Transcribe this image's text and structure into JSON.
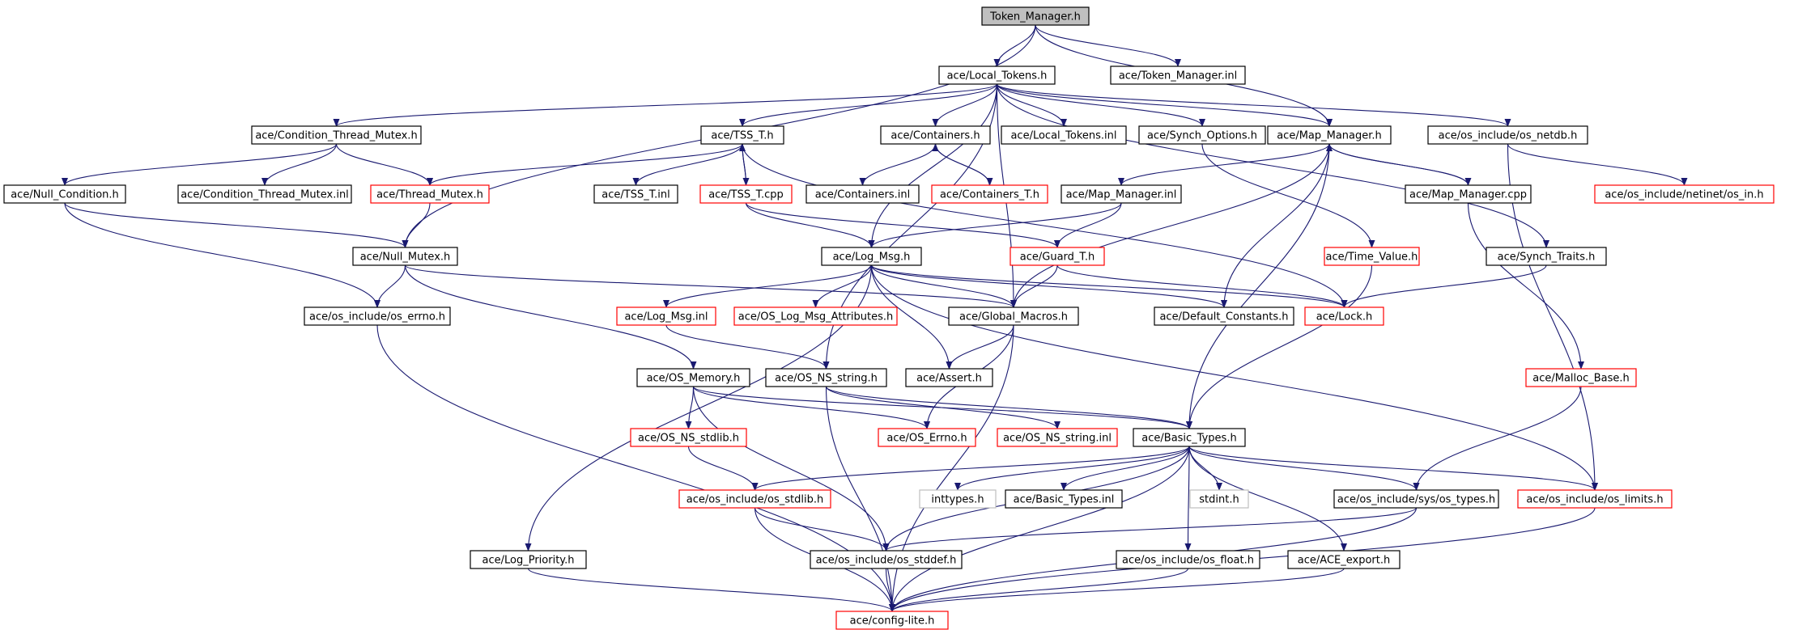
{
  "colors": {
    "edge": "#191970",
    "border_default": "#000000",
    "border_external": "#ff0000",
    "border_missing": "#bfbfbf",
    "root_fill": "#bfbfbf",
    "node_fill": "#ffffff"
  },
  "nodes": [
    {
      "id": "token_manager_h",
      "label": "Token_Manager.h",
      "style": "root"
    },
    {
      "id": "local_tokens_h",
      "label": "ace/Local_Tokens.h",
      "style": "default"
    },
    {
      "id": "token_manager_inl",
      "label": "ace/Token_Manager.inl",
      "style": "default"
    },
    {
      "id": "cond_thread_mutex_h",
      "label": "ace/Condition_Thread_Mutex.h",
      "style": "default"
    },
    {
      "id": "tss_t_h",
      "label": "ace/TSS_T.h",
      "style": "default"
    },
    {
      "id": "containers_h",
      "label": "ace/Containers.h",
      "style": "default"
    },
    {
      "id": "local_tokens_inl",
      "label": "ace/Local_Tokens.inl",
      "style": "default"
    },
    {
      "id": "synch_options_h",
      "label": "ace/Synch_Options.h",
      "style": "default"
    },
    {
      "id": "map_manager_h",
      "label": "ace/Map_Manager.h",
      "style": "default"
    },
    {
      "id": "os_netdb_h",
      "label": "ace/os_include/os_netdb.h",
      "style": "default"
    },
    {
      "id": "null_condition_h",
      "label": "ace/Null_Condition.h",
      "style": "default"
    },
    {
      "id": "cond_thread_mutex_inl",
      "label": "ace/Condition_Thread_Mutex.inl",
      "style": "default"
    },
    {
      "id": "thread_mutex_h",
      "label": "ace/Thread_Mutex.h",
      "style": "external"
    },
    {
      "id": "tss_t_inl",
      "label": "ace/TSS_T.inl",
      "style": "default"
    },
    {
      "id": "tss_t_cpp",
      "label": "ace/TSS_T.cpp",
      "style": "external"
    },
    {
      "id": "containers_inl",
      "label": "ace/Containers.inl",
      "style": "default"
    },
    {
      "id": "containers_t_h",
      "label": "ace/Containers_T.h",
      "style": "external"
    },
    {
      "id": "map_manager_inl",
      "label": "ace/Map_Manager.inl",
      "style": "default"
    },
    {
      "id": "map_manager_cpp",
      "label": "ace/Map_Manager.cpp",
      "style": "default"
    },
    {
      "id": "netinet_in_h",
      "label": "ace/os_include/netinet/os_in.h",
      "style": "external"
    },
    {
      "id": "null_mutex_h",
      "label": "ace/Null_Mutex.h",
      "style": "default"
    },
    {
      "id": "log_msg_h",
      "label": "ace/Log_Msg.h",
      "style": "default"
    },
    {
      "id": "guard_t_h",
      "label": "ace/Guard_T.h",
      "style": "external"
    },
    {
      "id": "time_value_h",
      "label": "ace/Time_Value.h",
      "style": "external"
    },
    {
      "id": "synch_traits_h",
      "label": "ace/Synch_Traits.h",
      "style": "default"
    },
    {
      "id": "os_errno_h",
      "label": "ace/os_include/os_errno.h",
      "style": "default"
    },
    {
      "id": "log_msg_inl",
      "label": "ace/Log_Msg.inl",
      "style": "external"
    },
    {
      "id": "os_log_msg_attr_h",
      "label": "ace/OS_Log_Msg_Attributes.h",
      "style": "external"
    },
    {
      "id": "global_macros_h",
      "label": "ace/Global_Macros.h",
      "style": "default"
    },
    {
      "id": "default_constants_h",
      "label": "ace/Default_Constants.h",
      "style": "default"
    },
    {
      "id": "lock_h",
      "label": "ace/Lock.h",
      "style": "external"
    },
    {
      "id": "os_memory_h",
      "label": "ace/OS_Memory.h",
      "style": "default"
    },
    {
      "id": "os_ns_string_h",
      "label": "ace/OS_NS_string.h",
      "style": "default"
    },
    {
      "id": "assert_h",
      "label": "ace/Assert.h",
      "style": "default"
    },
    {
      "id": "malloc_base_h",
      "label": "ace/Malloc_Base.h",
      "style": "external"
    },
    {
      "id": "os_ns_stdlib_h",
      "label": "ace/OS_NS_stdlib.h",
      "style": "external"
    },
    {
      "id": "os_errno_cap_h",
      "label": "ace/OS_Errno.h",
      "style": "external"
    },
    {
      "id": "os_ns_string_inl",
      "label": "ace/OS_NS_string.inl",
      "style": "external"
    },
    {
      "id": "basic_types_h",
      "label": "ace/Basic_Types.h",
      "style": "default"
    },
    {
      "id": "os_stdlib_h",
      "label": "ace/os_include/os_stdlib.h",
      "style": "external"
    },
    {
      "id": "inttypes_h",
      "label": "inttypes.h",
      "style": "missing"
    },
    {
      "id": "basic_types_inl",
      "label": "ace/Basic_Types.inl",
      "style": "default"
    },
    {
      "id": "stdint_h",
      "label": "stdint.h",
      "style": "missing"
    },
    {
      "id": "sys_os_types_h",
      "label": "ace/os_include/sys/os_types.h",
      "style": "default"
    },
    {
      "id": "os_limits_h",
      "label": "ace/os_include/os_limits.h",
      "style": "external"
    },
    {
      "id": "log_priority_h",
      "label": "ace/Log_Priority.h",
      "style": "default"
    },
    {
      "id": "os_stddef_h",
      "label": "ace/os_include/os_stddef.h",
      "style": "default"
    },
    {
      "id": "os_float_h",
      "label": "ace/os_include/os_float.h",
      "style": "default"
    },
    {
      "id": "ace_export_h",
      "label": "ace/ACE_export.h",
      "style": "default"
    },
    {
      "id": "config_lite_h",
      "label": "ace/config-lite.h",
      "style": "external"
    }
  ],
  "edges": [
    [
      "token_manager_h",
      "local_tokens_h"
    ],
    [
      "token_manager_h",
      "token_manager_inl"
    ],
    [
      "token_manager_h",
      "null_mutex_h"
    ],
    [
      "token_manager_h",
      "map_manager_h"
    ],
    [
      "local_tokens_h",
      "cond_thread_mutex_h"
    ],
    [
      "local_tokens_h",
      "tss_t_h"
    ],
    [
      "local_tokens_h",
      "containers_h"
    ],
    [
      "local_tokens_h",
      "local_tokens_inl"
    ],
    [
      "local_tokens_h",
      "synch_options_h"
    ],
    [
      "local_tokens_h",
      "map_manager_h"
    ],
    [
      "local_tokens_h",
      "os_netdb_h"
    ],
    [
      "local_tokens_h",
      "log_msg_h"
    ],
    [
      "local_tokens_h",
      "os_ns_string_h"
    ],
    [
      "local_tokens_h",
      "synch_traits_h"
    ],
    [
      "local_tokens_h",
      "global_macros_h"
    ],
    [
      "cond_thread_mutex_h",
      "null_condition_h"
    ],
    [
      "cond_thread_mutex_h",
      "cond_thread_mutex_inl"
    ],
    [
      "cond_thread_mutex_h",
      "thread_mutex_h"
    ],
    [
      "tss_t_h",
      "thread_mutex_h"
    ],
    [
      "tss_t_h",
      "tss_t_inl"
    ],
    [
      "tss_t_h",
      "tss_t_cpp"
    ],
    [
      "tss_t_h",
      "lock_h"
    ],
    [
      "tss_t_cpp",
      "tss_t_h"
    ],
    [
      "tss_t_cpp",
      "log_msg_h"
    ],
    [
      "tss_t_cpp",
      "guard_t_h"
    ],
    [
      "containers_h",
      "containers_inl"
    ],
    [
      "containers_h",
      "containers_t_h"
    ],
    [
      "containers_t_h",
      "containers_h"
    ],
    [
      "synch_options_h",
      "time_value_h"
    ],
    [
      "map_manager_h",
      "map_manager_inl"
    ],
    [
      "map_manager_h",
      "map_manager_cpp"
    ],
    [
      "map_manager_h",
      "global_macros_h"
    ],
    [
      "map_manager_h",
      "default_constants_h"
    ],
    [
      "map_manager_h",
      "basic_types_h"
    ],
    [
      "map_manager_cpp",
      "map_manager_h"
    ],
    [
      "map_manager_cpp",
      "malloc_base_h"
    ],
    [
      "map_manager_inl",
      "log_msg_h"
    ],
    [
      "map_manager_inl",
      "guard_t_h"
    ],
    [
      "os_netdb_h",
      "netinet_in_h"
    ],
    [
      "os_netdb_h",
      "os_limits_h"
    ],
    [
      "null_condition_h",
      "null_mutex_h"
    ],
    [
      "null_condition_h",
      "os_errno_h"
    ],
    [
      "thread_mutex_h",
      "null_mutex_h"
    ],
    [
      "null_mutex_h",
      "os_errno_h"
    ],
    [
      "null_mutex_h",
      "os_memory_h"
    ],
    [
      "null_mutex_h",
      "global_macros_h"
    ],
    [
      "log_msg_h",
      "log_msg_inl"
    ],
    [
      "log_msg_h",
      "os_log_msg_attr_h"
    ],
    [
      "log_msg_h",
      "global_macros_h"
    ],
    [
      "log_msg_h",
      "default_constants_h"
    ],
    [
      "log_msg_h",
      "lock_h"
    ],
    [
      "log_msg_h",
      "assert_h"
    ],
    [
      "log_msg_h",
      "log_priority_h"
    ],
    [
      "log_msg_h",
      "os_limits_h"
    ],
    [
      "guard_t_h",
      "global_macros_h"
    ],
    [
      "guard_t_h",
      "lock_h"
    ],
    [
      "time_value_h",
      "basic_types_h"
    ],
    [
      "synch_traits_h",
      "lock_h"
    ],
    [
      "os_errno_h",
      "config_lite_h"
    ],
    [
      "log_msg_inl",
      "os_ns_string_h"
    ],
    [
      "global_macros_h",
      "assert_h"
    ],
    [
      "global_macros_h",
      "os_errno_cap_h"
    ],
    [
      "global_macros_h",
      "config_lite_h"
    ],
    [
      "os_memory_h",
      "os_ns_stdlib_h"
    ],
    [
      "os_memory_h",
      "os_errno_cap_h"
    ],
    [
      "os_memory_h",
      "basic_types_h"
    ],
    [
      "os_memory_h",
      "os_stddef_h"
    ],
    [
      "os_ns_string_h",
      "os_ns_string_inl"
    ],
    [
      "os_ns_string_h",
      "basic_types_h"
    ],
    [
      "os_ns_string_h",
      "config_lite_h"
    ],
    [
      "malloc_base_h",
      "sys_os_types_h"
    ],
    [
      "os_ns_stdlib_h",
      "os_stdlib_h"
    ],
    [
      "basic_types_h",
      "os_stdlib_h"
    ],
    [
      "basic_types_h",
      "inttypes_h"
    ],
    [
      "basic_types_h",
      "basic_types_inl"
    ],
    [
      "basic_types_h",
      "stdint_h"
    ],
    [
      "basic_types_h",
      "sys_os_types_h"
    ],
    [
      "basic_types_h",
      "os_limits_h"
    ],
    [
      "basic_types_h",
      "os_stddef_h"
    ],
    [
      "basic_types_h",
      "os_float_h"
    ],
    [
      "basic_types_h",
      "ace_export_h"
    ],
    [
      "basic_types_h",
      "config_lite_h"
    ],
    [
      "os_stdlib_h",
      "os_stddef_h"
    ],
    [
      "os_stdlib_h",
      "config_lite_h"
    ],
    [
      "sys_os_types_h",
      "os_stddef_h"
    ],
    [
      "sys_os_types_h",
      "config_lite_h"
    ],
    [
      "os_limits_h",
      "config_lite_h"
    ],
    [
      "log_priority_h",
      "config_lite_h"
    ],
    [
      "os_stddef_h",
      "config_lite_h"
    ],
    [
      "os_float_h",
      "config_lite_h"
    ],
    [
      "ace_export_h",
      "config_lite_h"
    ]
  ]
}
